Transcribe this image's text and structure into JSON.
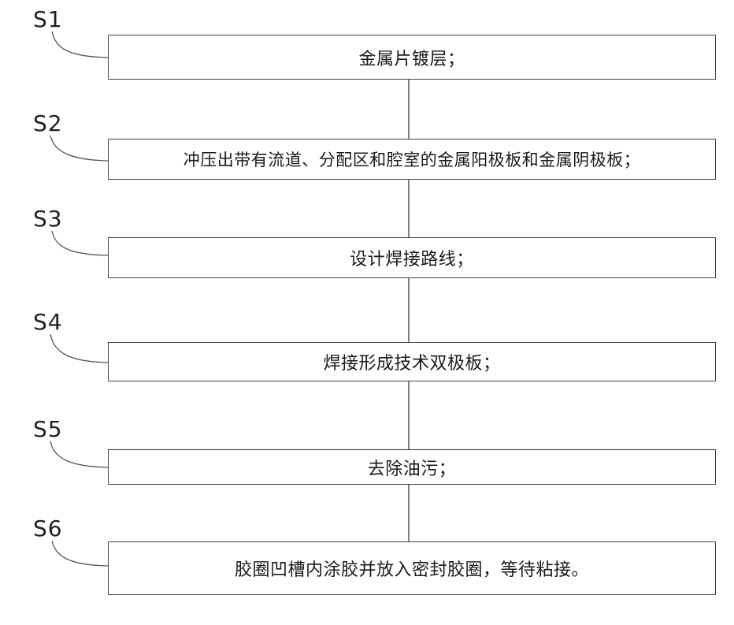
{
  "steps": [
    {
      "label": "S1",
      "text": "金属片镀层；"
    },
    {
      "label": "S2",
      "text": "冲压出带有流道、分配区和腔室的金属阳极板和金属阴极板；"
    },
    {
      "label": "S3",
      "text": "设计焊接路线；"
    },
    {
      "label": "S4",
      "text": "焊接形成技术双极板；"
    },
    {
      "label": "S5",
      "text": "去除油污；"
    },
    {
      "label": "S6",
      "text": "胶圈凹槽内涂胶并放入密封胶圈，等待粘接。"
    }
  ]
}
